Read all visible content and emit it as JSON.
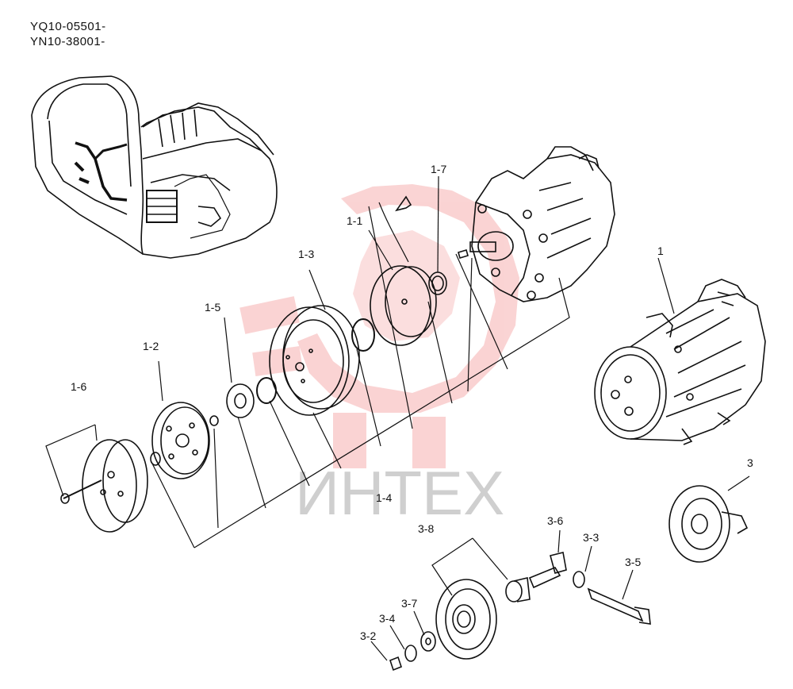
{
  "serials": [
    "YQ10-05501-",
    "YN10-38001-"
  ],
  "watermark": {
    "text": "ИНТЕХ",
    "color": "#f08080"
  },
  "labels": {
    "p1": "1",
    "p1_1": "1-1",
    "p1_2": "1-2",
    "p1_3": "1-3",
    "p1_4": "1-4",
    "p1_5": "1-5",
    "p1_6": "1-6",
    "p1_7": "1-7",
    "p3": "3",
    "p3_2": "3-2",
    "p3_3": "3-3",
    "p3_4": "3-4",
    "p3_5": "3-5",
    "p3_6": "3-6",
    "p3_7": "3-7",
    "p3_8": "3-8"
  }
}
